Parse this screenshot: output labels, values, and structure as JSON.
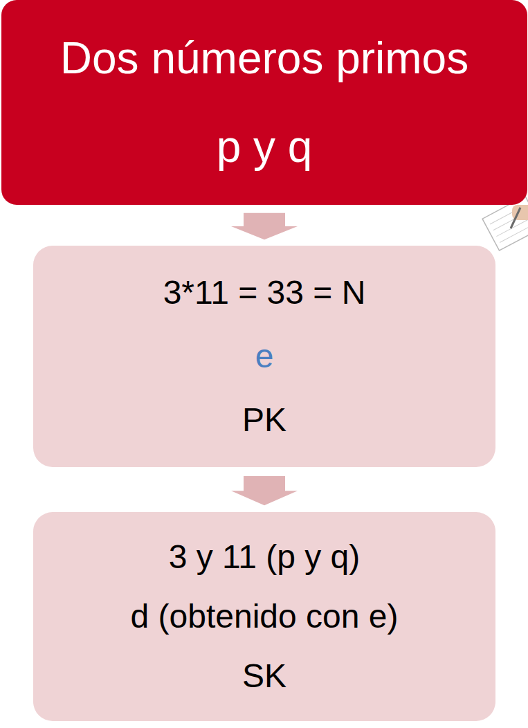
{
  "diagram": {
    "nodes": [
      {
        "text": [
          "Dos números primos p y q"
        ]
      },
      {
        "text": [
          "3*11 = 33 = N",
          "e",
          "PK"
        ]
      },
      {
        "text": [
          "3 y 11 (p y q)",
          "d (obtenido con e)",
          "SK"
        ]
      }
    ],
    "edges": [
      {
        "from": 0,
        "to": 1,
        "arrow": "to"
      },
      {
        "from": 1,
        "to": 2,
        "arrow": "to"
      }
    ]
  }
}
